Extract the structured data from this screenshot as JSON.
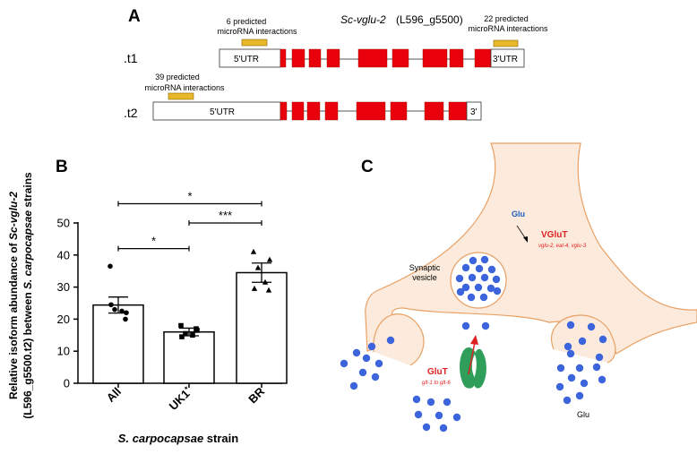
{
  "panels": {
    "a": "A",
    "b": "B",
    "c": "C"
  },
  "gene": {
    "name_italic": "Sc-vglu-2",
    "name_id": " (L596_g5500)",
    "t1": {
      "label": ".t1",
      "utr5": "5'UTR",
      "utr3": "3'UTR",
      "mirna5_line1": "6 predicted",
      "mirna5_line2": "microRNA interactions",
      "mirna3_line1": "22 predicted",
      "mirna3_line2": "microRNA interactions"
    },
    "t2": {
      "label": ".t2",
      "utr5": "5'UTR",
      "end3": "3'",
      "mirna5_line1": "39 predicted",
      "mirna5_line2": "microRNA interactions"
    },
    "colors": {
      "exon": "#e8000b",
      "mirna": "#e8b82a",
      "mirna_border": "#8a6a00"
    }
  },
  "chart_data": {
    "type": "bar",
    "categories": [
      "All",
      "UK1",
      "BR"
    ],
    "category_marks": [
      "",
      "*",
      ""
    ],
    "values": [
      24.4,
      16.0,
      34.5
    ],
    "sem": [
      2.5,
      1.2,
      3.0
    ],
    "points": [
      [
        36.5,
        22,
        23,
        22.5,
        24.5,
        20
      ],
      [
        18,
        16.5,
        15.5,
        15,
        14.5,
        17
      ],
      [
        41,
        38.5,
        36,
        31.5,
        29.5,
        29
      ]
    ],
    "point_markers": [
      "circle",
      "square",
      "triangle"
    ],
    "ylim": [
      0,
      50
    ],
    "yticks": [
      0,
      10,
      20,
      30,
      40,
      50
    ],
    "ylabel_line1_a": "Relative isoform abundance of ",
    "ylabel_line1_b": "Sc-vglu-2",
    "ylabel_line2_a": "(L596_g5500.t2) between ",
    "ylabel_line2_b": "S. carpocapsae",
    "ylabel_line2_c": " strains",
    "xlabel_italic": "S. carpocapsae",
    "xlabel_rest": " strain",
    "significance": [
      {
        "from": 0,
        "to": 2,
        "label": "*",
        "y": 56
      },
      {
        "from": 1,
        "to": 2,
        "label": "***",
        "y": 50
      },
      {
        "from": 0,
        "to": 1,
        "label": "*",
        "y": 42
      }
    ]
  },
  "synapse": {
    "glu_top": "Glu",
    "vglut": "VGluT",
    "vglut_genes": "vglu-2, eat-4, vglu-3",
    "vesicle_line1": "Synaptic",
    "vesicle_line2": "vesicle",
    "glut": "GluT",
    "glut_genes": "glt-1 to glt-6",
    "glu_bottom": "Glu",
    "colors": {
      "terminal": "#fcebdc",
      "outline": "#e8a064",
      "dot": "#3c64dc",
      "transporter": "#2f9e5a",
      "accent": "#e02020",
      "glu_label": "#2060c0"
    }
  }
}
